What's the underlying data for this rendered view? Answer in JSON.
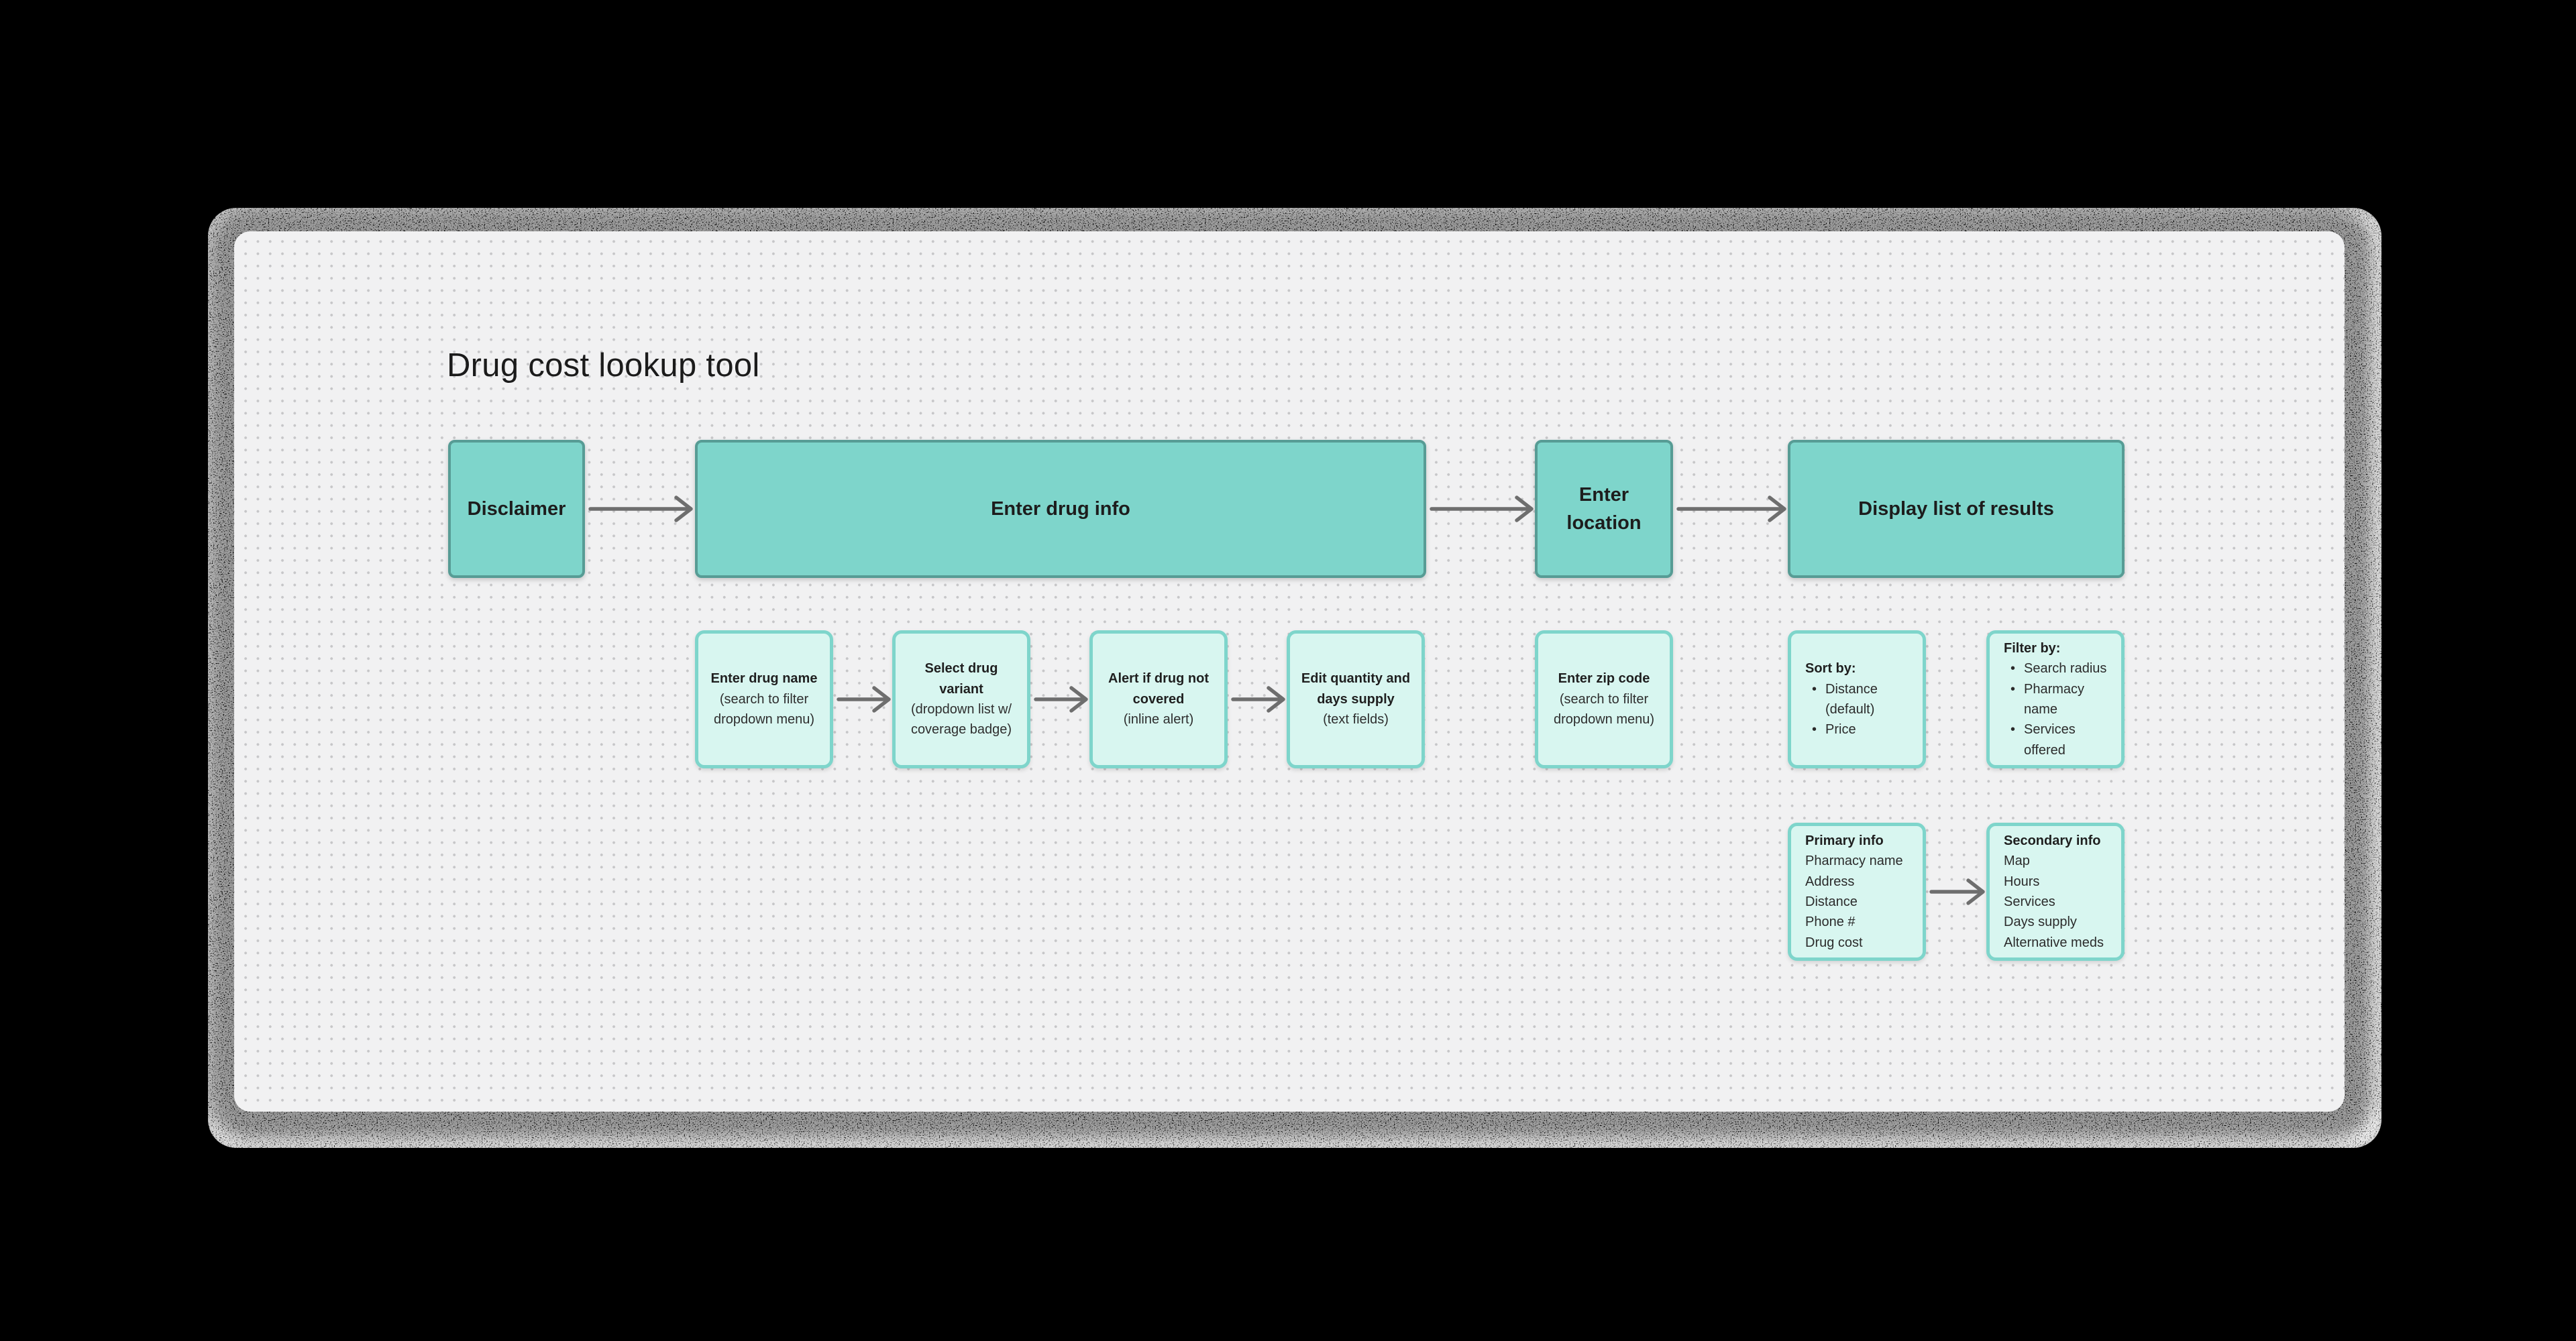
{
  "board": {
    "title": "Drug cost lookup tool"
  },
  "flow": {
    "main_nodes": [
      {
        "label": "Disclaimer"
      },
      {
        "label": "Enter drug info"
      },
      {
        "label": "Enter location"
      },
      {
        "label": "Display list of results"
      }
    ],
    "drug_info_steps": [
      {
        "title": "Enter drug name",
        "detail": "(search to filter dropdown menu)"
      },
      {
        "title": "Select drug variant",
        "detail": "(dropdown list w/ coverage badge)"
      },
      {
        "title": "Alert if drug not covered",
        "detail": "(inline alert)"
      },
      {
        "title": "Edit quantity and days supply",
        "detail": "(text fields)"
      }
    ],
    "location_step": {
      "title": "Enter zip code",
      "detail": "(search to filter dropdown menu)"
    },
    "results_panels": {
      "sort_by": {
        "heading": "Sort by:",
        "items": [
          "Distance (default)",
          "Price"
        ]
      },
      "filter_by": {
        "heading": "Filter by:",
        "items": [
          "Search radius",
          "Pharmacy name",
          "Services offered"
        ]
      },
      "primary_info": {
        "heading": "Primary info",
        "items": [
          "Pharmacy name",
          "Address",
          "Distance",
          "Phone #",
          "Drug cost"
        ]
      },
      "secondary_info": {
        "heading": "Secondary info",
        "items": [
          "Map",
          "Hours",
          "Services",
          "Days supply",
          "Alternative meds"
        ]
      }
    }
  },
  "colors": {
    "main_node_fill": "#7ed5cb",
    "main_node_border": "#579c95",
    "sub_node_fill": "#d8f6f0",
    "sub_node_border": "#7ed5cb",
    "arrow_gray": "#6e6e6e",
    "canvas_bg": "#f1f1f2",
    "dot_grid": "#c6c6c8",
    "outer_bg": "#000000"
  }
}
